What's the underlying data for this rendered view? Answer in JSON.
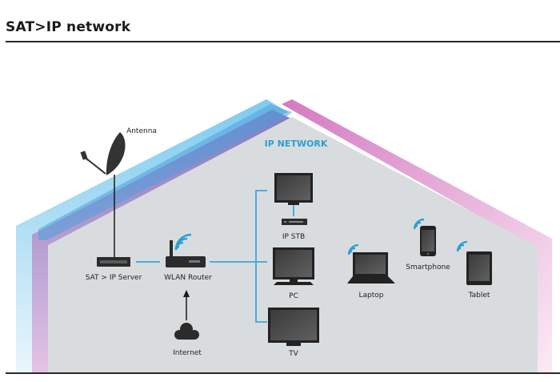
{
  "title": "SAT>IP network",
  "network_label": "IP NETWORK",
  "colors": {
    "house_fill": "#d9dcde",
    "roof_blue_light": "#8fd0ef",
    "roof_blue_dark": "#4a9fdc",
    "roof_purple": "#8f86c6",
    "roof_pink": "#d57fc2",
    "cable_blue": "#3aa8dc",
    "device_dark": "#2b2b2b",
    "wifi_blue": "#2a9fd6",
    "label_blue": "#2a9fd6"
  },
  "devices": {
    "antenna": {
      "label": "Antenna",
      "icon": "satellite-dish-icon"
    },
    "sat_ip_server": {
      "label": "SAT > IP Server",
      "icon": "server-box-icon"
    },
    "wlan_router": {
      "label": "WLAN Router",
      "icon": "wifi-router-icon"
    },
    "internet": {
      "label": "Internet",
      "icon": "cloud-icon"
    },
    "ip_stb": {
      "label": "IP STB",
      "icon": "set-top-box-icon"
    },
    "pc": {
      "label": "PC",
      "icon": "monitor-icon"
    },
    "tv": {
      "label": "TV",
      "icon": "tv-icon"
    },
    "laptop": {
      "label": "Laptop",
      "icon": "laptop-icon"
    },
    "smartphone": {
      "label": "Smartphone",
      "icon": "smartphone-icon"
    },
    "tablet": {
      "label": "Tablet",
      "icon": "tablet-icon"
    }
  },
  "connections": [
    {
      "from": "antenna",
      "to": "sat_ip_server",
      "type": "cable"
    },
    {
      "from": "sat_ip_server",
      "to": "wlan_router",
      "type": "lan"
    },
    {
      "from": "internet",
      "to": "wlan_router",
      "type": "arrow"
    },
    {
      "from": "wlan_router",
      "to": "ip_stb",
      "type": "lan"
    },
    {
      "from": "wlan_router",
      "to": "pc",
      "type": "lan"
    },
    {
      "from": "wlan_router",
      "to": "tv",
      "type": "lan"
    },
    {
      "from": "ip_stb",
      "to": "tv_screen",
      "type": "lan"
    },
    {
      "from": "wlan_router",
      "to": "laptop",
      "type": "wifi"
    },
    {
      "from": "wlan_router",
      "to": "smartphone",
      "type": "wifi"
    },
    {
      "from": "wlan_router",
      "to": "tablet",
      "type": "wifi"
    }
  ]
}
